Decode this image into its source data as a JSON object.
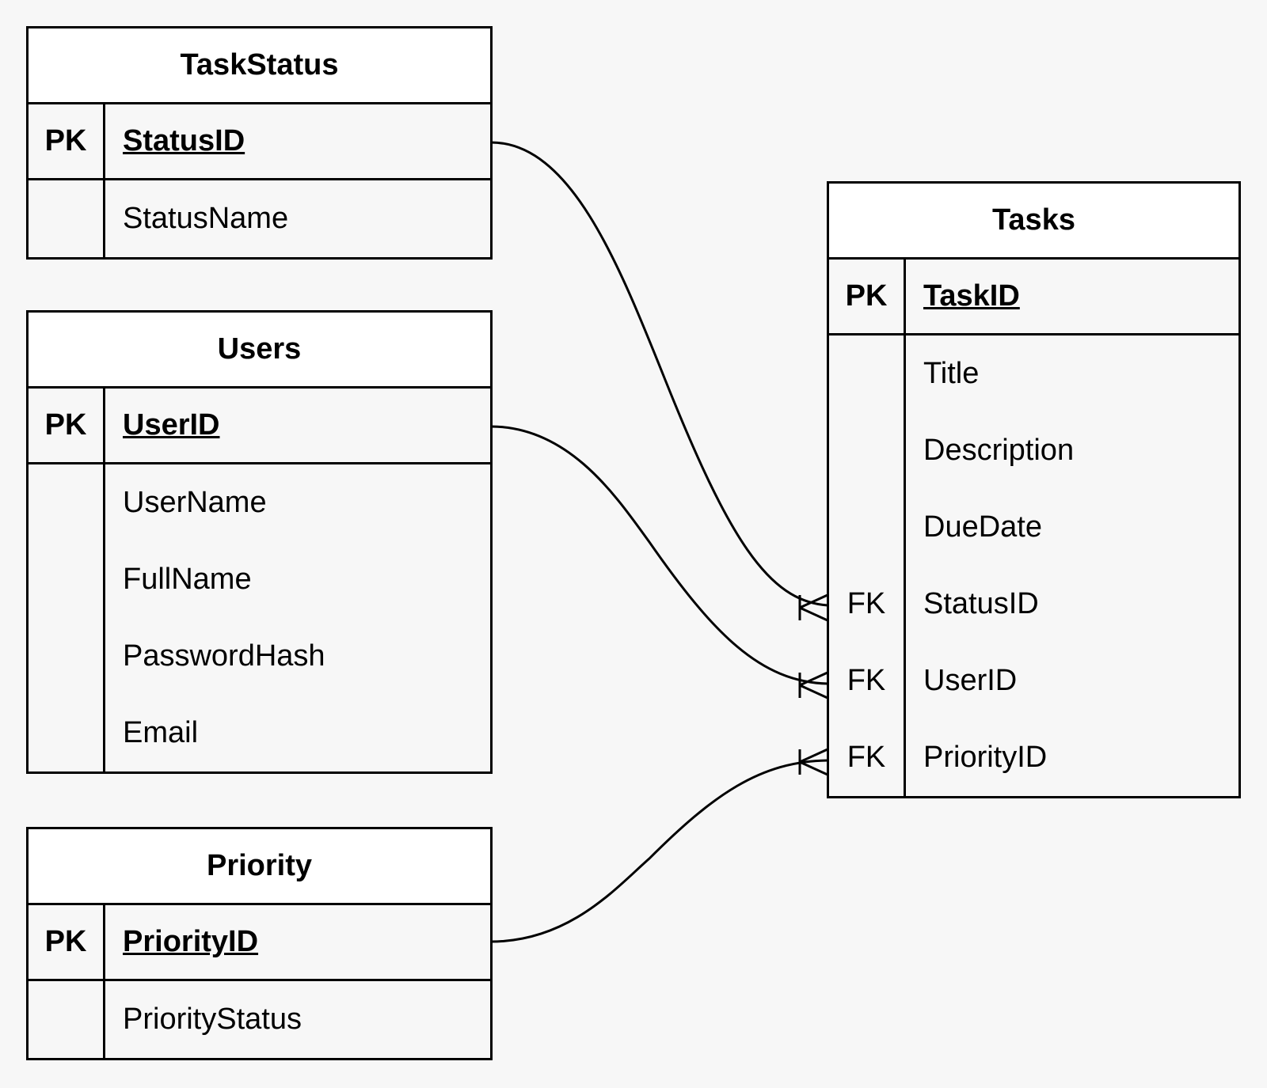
{
  "entities": {
    "task_status": {
      "name": "TaskStatus",
      "pk_label": "PK",
      "pk_field": "StatusID",
      "attributes": [
        "StatusName"
      ]
    },
    "users": {
      "name": "Users",
      "pk_label": "PK",
      "pk_field": "UserID",
      "attributes": [
        "UserName",
        "FullName",
        "PasswordHash",
        "Email"
      ]
    },
    "priority": {
      "name": "Priority",
      "pk_label": "PK",
      "pk_field": "PriorityID",
      "attributes": [
        "PriorityStatus"
      ]
    },
    "tasks": {
      "name": "Tasks",
      "pk_label": "PK",
      "pk_field": "TaskID",
      "attributes": [
        {
          "key": "",
          "name": "Title"
        },
        {
          "key": "",
          "name": "Description"
        },
        {
          "key": "",
          "name": "DueDate"
        },
        {
          "key": "FK",
          "name": "StatusID"
        },
        {
          "key": "FK",
          "name": "UserID"
        },
        {
          "key": "FK",
          "name": "PriorityID"
        }
      ]
    }
  },
  "relationships": [
    {
      "from": "TaskStatus.StatusID",
      "to": "Tasks.StatusID",
      "cardinality": "one-to-many"
    },
    {
      "from": "Users.UserID",
      "to": "Tasks.UserID",
      "cardinality": "one-to-many"
    },
    {
      "from": "Priority.PriorityID",
      "to": "Tasks.PriorityID",
      "cardinality": "one-to-many"
    }
  ]
}
